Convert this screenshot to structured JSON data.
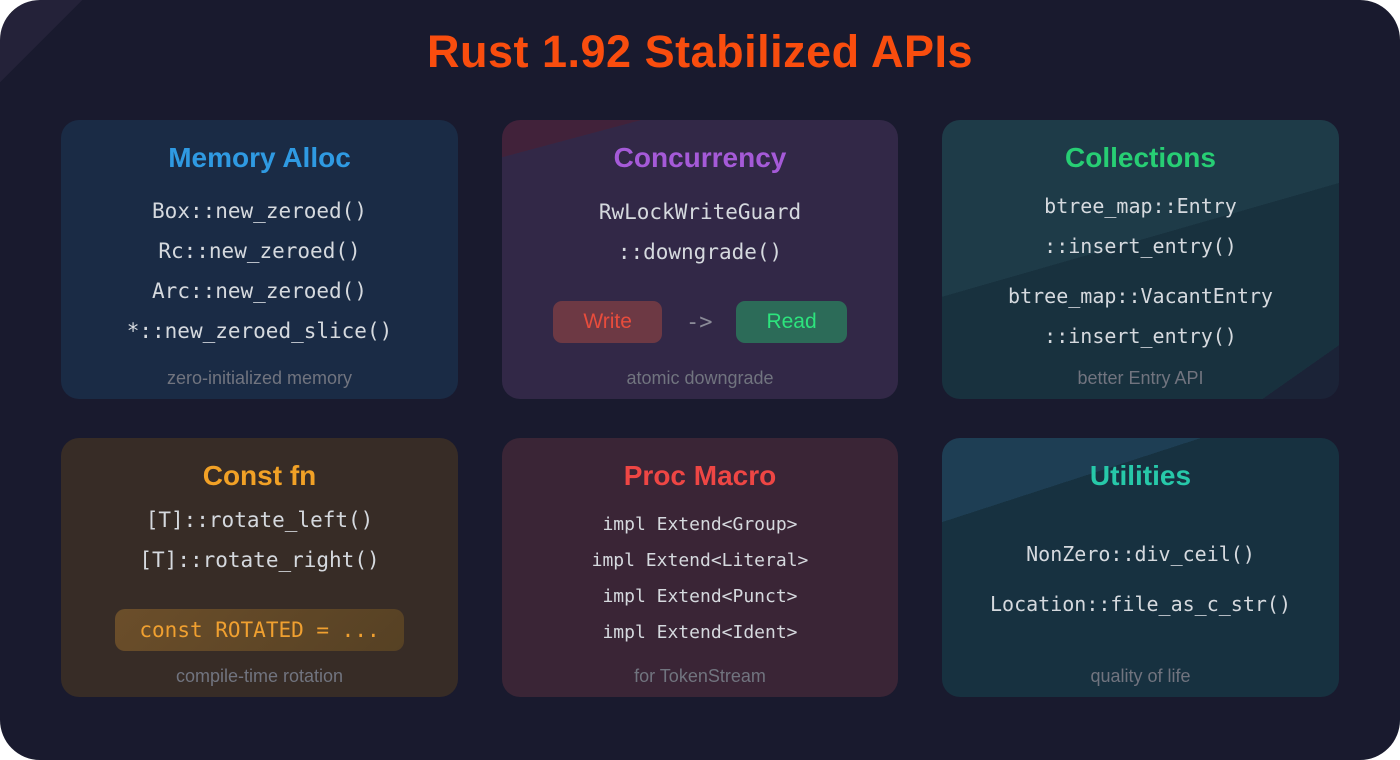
{
  "page": {
    "title": "Rust 1.92 Stabilized APIs",
    "title_color": "#f94d0e",
    "background_color": "#191a2e"
  },
  "cards": [
    {
      "title": "Memory Alloc",
      "title_color": "#2f9ae2",
      "background_color": "#1a2b45",
      "lines": [
        "Box::new_zeroed()",
        "Rc::new_zeroed()",
        "Arc::new_zeroed()",
        "*::new_zeroed_slice()"
      ],
      "caption": "zero-initialized memory"
    },
    {
      "title": "Concurrency",
      "title_color": "#a55ad8",
      "background_color": "#322847",
      "lines": [
        "RwLockWriteGuard",
        "::downgrade()"
      ],
      "badge_from": "Write",
      "badge_from_color": "#e84c3c",
      "badge_from_bg": "#6d3944",
      "arrow": "->",
      "badge_to": "Read",
      "badge_to_color": "#2de47d",
      "badge_to_bg": "#2c6b58",
      "caption": "atomic downgrade"
    },
    {
      "title": "Collections",
      "title_color": "#27ce74",
      "background_color": "#1b3844",
      "lines": [
        "btree_map::Entry",
        "::insert_entry()",
        "btree_map::VacantEntry",
        "::insert_entry()"
      ],
      "caption": "better Entry API"
    },
    {
      "title": "Const fn",
      "title_color": "#f1a126",
      "background_color": "#372c26",
      "lines": [
        "[T]::rotate_left()",
        "[T]::rotate_right()"
      ],
      "highlight": "const ROTATED = ...",
      "highlight_color": "#f0a030",
      "caption": "compile-time rotation"
    },
    {
      "title": "Proc Macro",
      "title_color": "#ee4644",
      "background_color": "#3a2536",
      "lines": [
        "impl Extend<Group>",
        "impl Extend<Literal>",
        "impl Extend<Punct>",
        "impl Extend<Ident>"
      ],
      "caption": "for TokenStream"
    },
    {
      "title": "Utilities",
      "title_color": "#27c8a9",
      "background_color": "#173140",
      "lines": [
        "NonZero::div_ceil()",
        "Location::file_as_c_str()"
      ],
      "caption": "quality of life"
    }
  ]
}
